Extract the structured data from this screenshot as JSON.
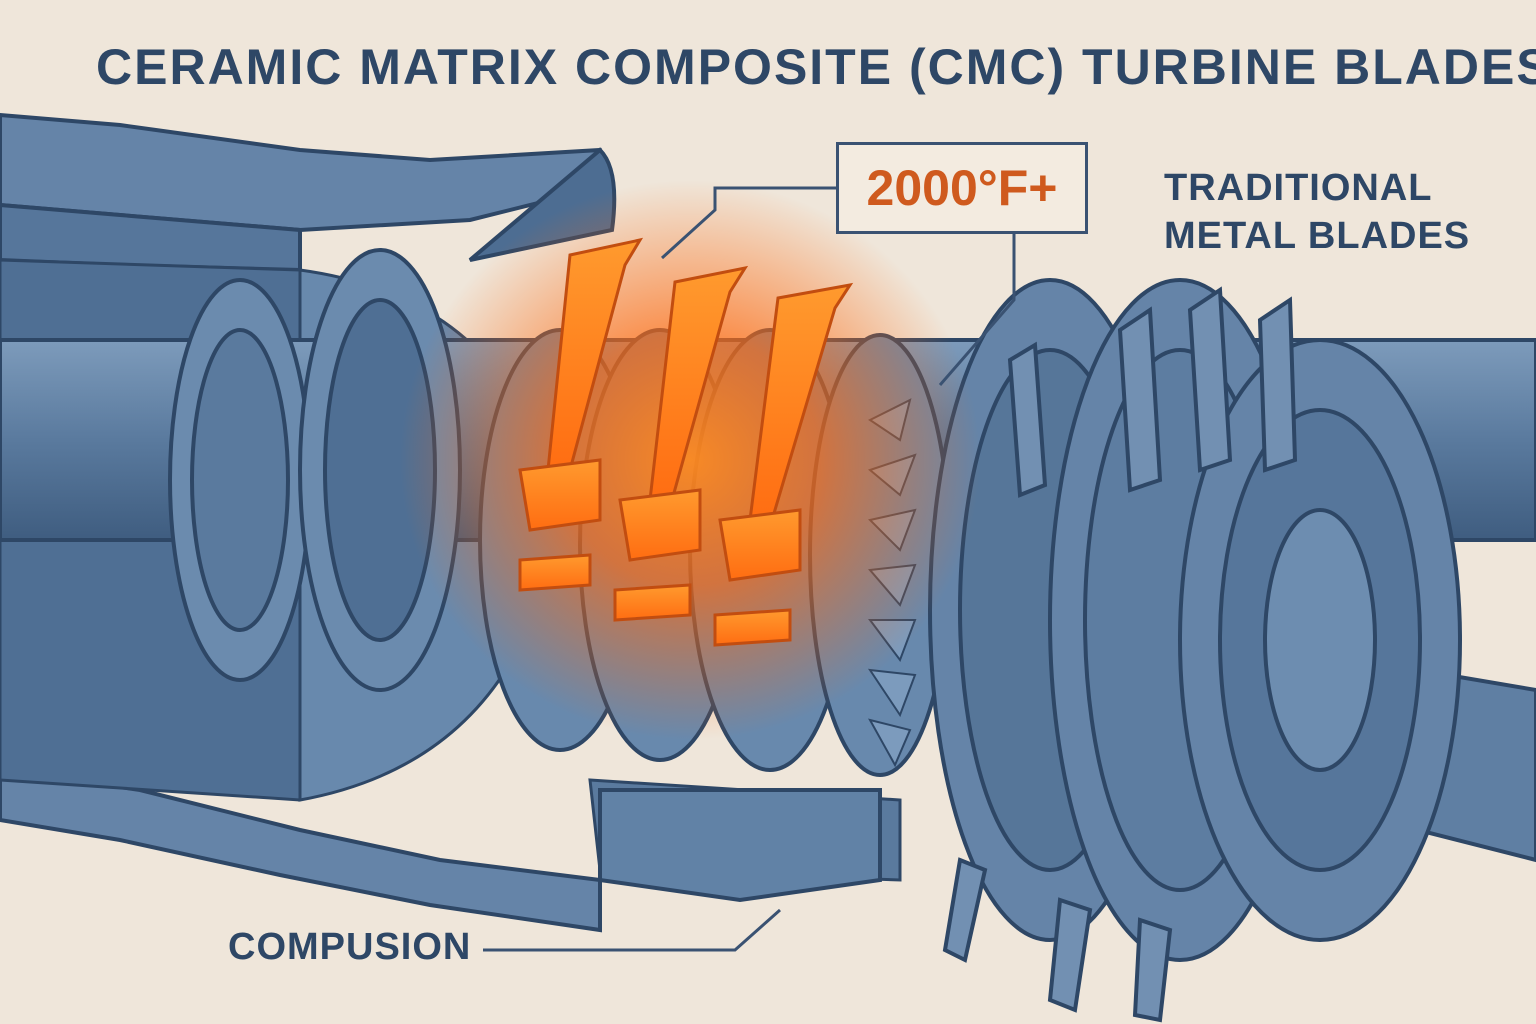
{
  "title": "CERAMIC MATRIX COMPOSITE (CMC) TURBINE BLADES",
  "temperature_label": "2000°F+",
  "metal_blades_label": "TRADITIONAL METAL BLADES",
  "combustion_label": "COMPUSION",
  "colors": {
    "background": "#efe6da",
    "engine_steel": "#5f7fa3",
    "engine_outline": "#2e4766",
    "cmc_hot": "#ff7a1a",
    "temperature_text": "#cf5a1e"
  }
}
